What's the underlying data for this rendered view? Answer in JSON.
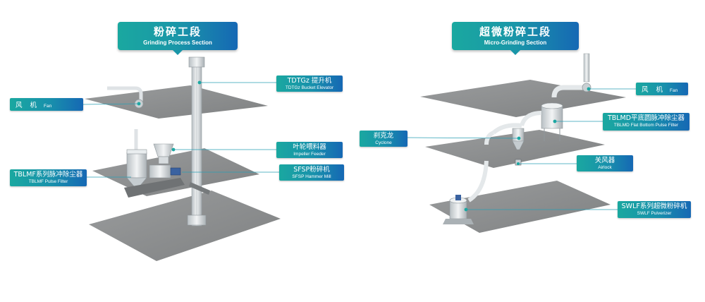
{
  "sections": {
    "grinding": {
      "title_zh": "粉碎工段",
      "title_en": "Grinding Process Section",
      "labels": {
        "fan": {
          "zh": "风 机",
          "en": "Fan"
        },
        "bucket_elevator": {
          "zh": "TDTGz 提升机",
          "en": "TDTGz Bucket Elevator"
        },
        "impeller_feeder": {
          "zh": "叶轮喂料器",
          "en": "Impeller Feeder"
        },
        "pulse_filter": {
          "zh": "TBLMF系列脉冲除尘器",
          "en": "TBLMF Pulse Filter"
        },
        "hammer_mill": {
          "zh": "SFSP粉碎机",
          "en": "SFSP Hammer Mill"
        }
      }
    },
    "micro": {
      "title_zh": "超微粉碎工段",
      "title_en": "Micro-Grinding Section",
      "labels": {
        "fan": {
          "zh": "风 机",
          "en": "Fan"
        },
        "flat_bottom_filter": {
          "zh": "TBLMD平底圆脉冲除尘器",
          "en": "TBLMD Flat Bottom Pulse Filter"
        },
        "cyclone": {
          "zh": "刹克龙",
          "en": "Cyclone"
        },
        "airlock": {
          "zh": "关风器",
          "en": "Airlock"
        },
        "pulverizer": {
          "zh": "SWLF系列超微粉碎机",
          "en": "SWLF Pulverizer"
        }
      }
    }
  },
  "colors": {
    "teal": "#1aa8a0",
    "blue": "#1668b4",
    "floor": "#8d8f90",
    "leader": "#2a9fb4",
    "equipment": "#d8dde0"
  }
}
